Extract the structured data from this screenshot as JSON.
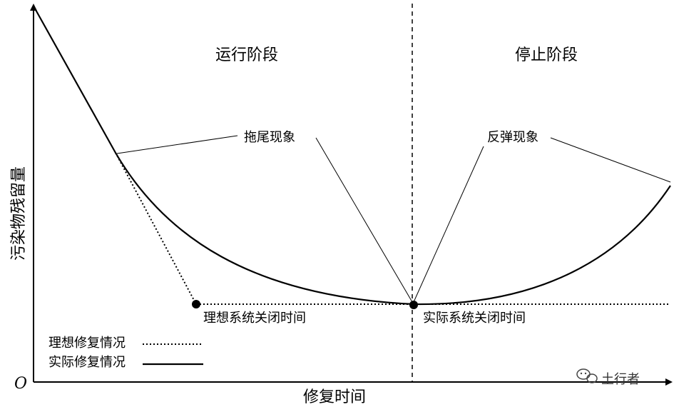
{
  "diagram": {
    "origin_label": "O",
    "y_axis_label": "污染物残留量",
    "x_axis_label": "修复时间",
    "phase_running": "运行阶段",
    "phase_stopped": "停止阶段",
    "tailing": "拖尾现象",
    "rebound": "反弹现象",
    "ideal_close": "理想系统关闭时间",
    "actual_close": "实际系统关闭时间",
    "legend_ideal": "理想修复情况",
    "legend_actual": "实际修复情况",
    "watermark": "土行者",
    "line_color": "#000000"
  }
}
